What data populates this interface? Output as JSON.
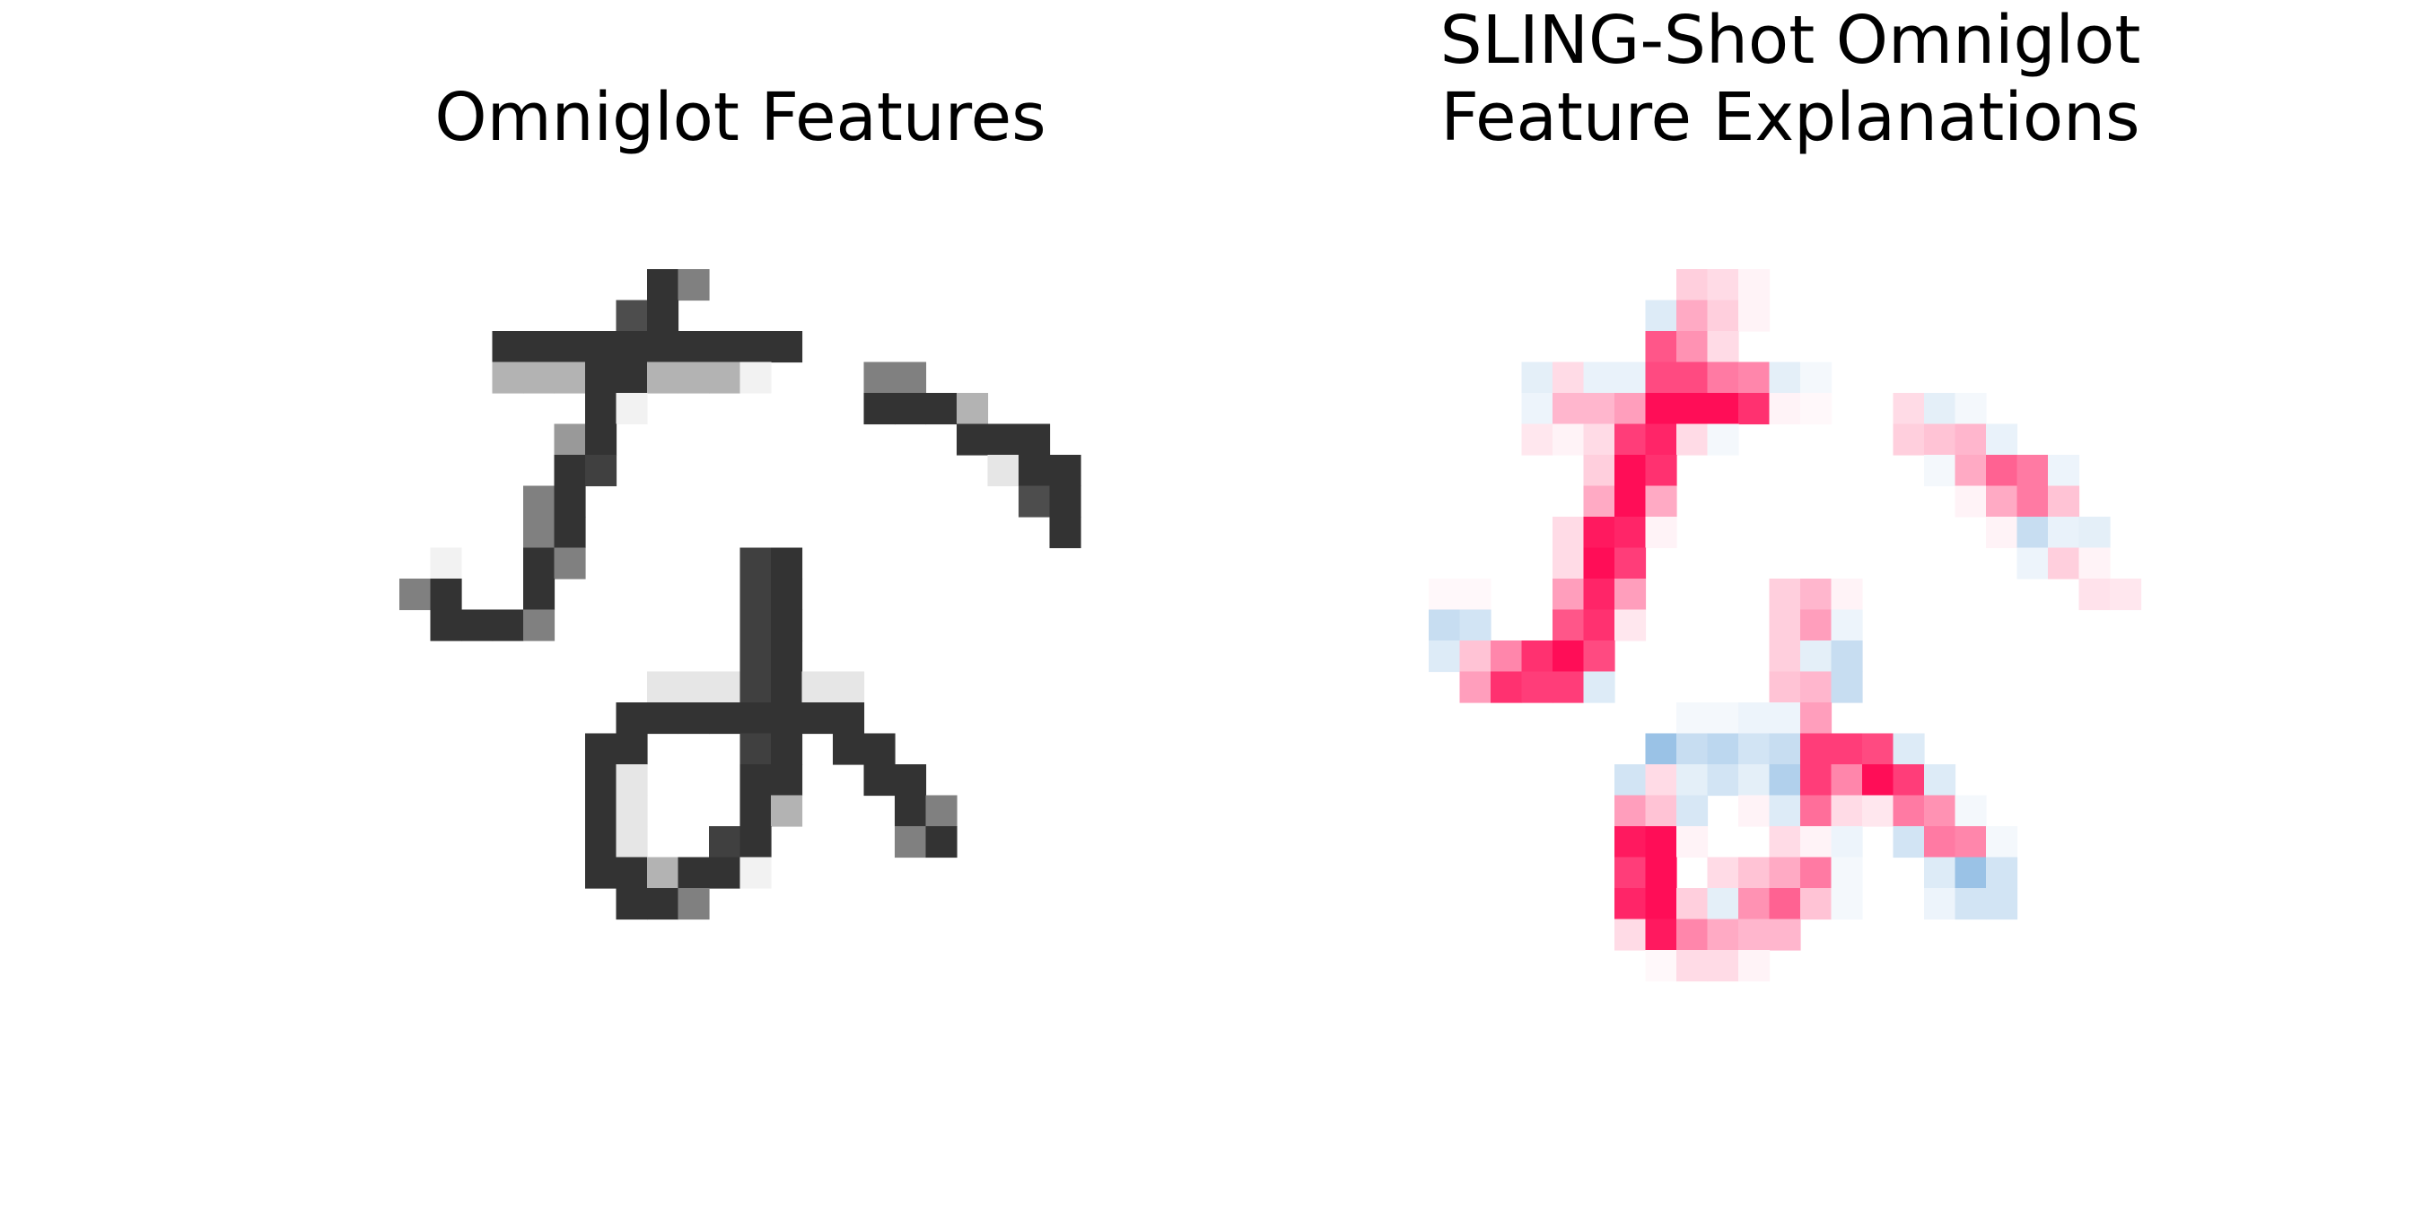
{
  "figure": {
    "panels": [
      {
        "id": "left",
        "title": "Omniglot Features"
      },
      {
        "id": "right",
        "title": "SLING-Shot Omniglot\nFeature Explanations"
      }
    ]
  },
  "chart_data": [
    {
      "type": "heatmap",
      "title": "Omniglot Features",
      "grid": false,
      "axes_visible": false,
      "colormap": "gray_r",
      "value_range": [
        0,
        1
      ],
      "cells": [
        [
          8,
          7,
          0.8
        ],
        [
          9,
          7,
          0.5
        ],
        [
          7,
          8,
          0.7
        ],
        [
          8,
          8,
          0.8
        ],
        [
          3,
          9,
          0.8
        ],
        [
          4,
          9,
          0.8
        ],
        [
          5,
          9,
          0.8
        ],
        [
          6,
          9,
          0.8
        ],
        [
          7,
          9,
          0.8
        ],
        [
          8,
          9,
          0.8
        ],
        [
          9,
          9,
          0.8
        ],
        [
          10,
          9,
          0.8
        ],
        [
          11,
          9,
          0.8
        ],
        [
          12,
          9,
          0.8
        ],
        [
          3,
          10,
          0.3
        ],
        [
          4,
          10,
          0.3
        ],
        [
          5,
          10,
          0.3
        ],
        [
          6,
          10,
          0.8
        ],
        [
          7,
          10,
          0.8
        ],
        [
          8,
          10,
          0.3
        ],
        [
          9,
          10,
          0.3
        ],
        [
          10,
          10,
          0.3
        ],
        [
          11,
          10,
          0.05
        ],
        [
          15,
          10,
          0.5
        ],
        [
          16,
          10,
          0.5
        ],
        [
          6,
          11,
          0.8
        ],
        [
          7,
          11,
          0.05
        ],
        [
          15,
          11,
          0.8
        ],
        [
          16,
          11,
          0.8
        ],
        [
          17,
          11,
          0.8
        ],
        [
          18,
          11,
          0.3
        ],
        [
          5,
          12,
          0.4
        ],
        [
          6,
          12,
          0.8
        ],
        [
          18,
          12,
          0.8
        ],
        [
          19,
          12,
          0.8
        ],
        [
          20,
          12,
          0.8
        ],
        [
          5,
          13,
          0.8
        ],
        [
          6,
          13,
          0.75
        ],
        [
          19,
          13,
          0.1
        ],
        [
          20,
          13,
          0.8
        ],
        [
          21,
          13,
          0.8
        ],
        [
          4,
          14,
          0.5
        ],
        [
          5,
          14,
          0.8
        ],
        [
          20,
          14,
          0.7
        ],
        [
          21,
          14,
          0.8
        ],
        [
          4,
          15,
          0.5
        ],
        [
          5,
          15,
          0.8
        ],
        [
          21,
          15,
          0.8
        ],
        [
          1,
          16,
          0.05
        ],
        [
          4,
          16,
          0.8
        ],
        [
          5,
          16,
          0.5
        ],
        [
          11,
          16,
          0.75
        ],
        [
          12,
          16,
          0.8
        ],
        [
          0,
          17,
          0.5
        ],
        [
          1,
          17,
          0.8
        ],
        [
          4,
          17,
          0.8
        ],
        [
          11,
          17,
          0.75
        ],
        [
          12,
          17,
          0.8
        ],
        [
          1,
          18,
          0.8
        ],
        [
          2,
          18,
          0.8
        ],
        [
          3,
          18,
          0.8
        ],
        [
          4,
          18,
          0.5
        ],
        [
          11,
          18,
          0.75
        ],
        [
          12,
          18,
          0.8
        ],
        [
          11,
          19,
          0.75
        ],
        [
          12,
          19,
          0.8
        ],
        [
          8,
          20,
          0.1
        ],
        [
          9,
          20,
          0.1
        ],
        [
          10,
          20,
          0.1
        ],
        [
          11,
          20,
          0.75
        ],
        [
          12,
          20,
          0.8
        ],
        [
          13,
          20,
          0.1
        ],
        [
          14,
          20,
          0.1
        ],
        [
          7,
          21,
          0.8
        ],
        [
          8,
          21,
          0.8
        ],
        [
          9,
          21,
          0.8
        ],
        [
          10,
          21,
          0.8
        ],
        [
          11,
          21,
          0.8
        ],
        [
          12,
          21,
          0.8
        ],
        [
          13,
          21,
          0.8
        ],
        [
          14,
          21,
          0.8
        ],
        [
          6,
          22,
          0.8
        ],
        [
          7,
          22,
          0.8
        ],
        [
          11,
          22,
          0.75
        ],
        [
          12,
          22,
          0.8
        ],
        [
          14,
          22,
          0.8
        ],
        [
          15,
          22,
          0.8
        ],
        [
          6,
          23,
          0.8
        ],
        [
          7,
          23,
          0.1
        ],
        [
          11,
          23,
          0.8
        ],
        [
          12,
          23,
          0.8
        ],
        [
          15,
          23,
          0.8
        ],
        [
          16,
          23,
          0.8
        ],
        [
          6,
          24,
          0.8
        ],
        [
          7,
          24,
          0.1
        ],
        [
          11,
          24,
          0.8
        ],
        [
          12,
          24,
          0.3
        ],
        [
          16,
          24,
          0.8
        ],
        [
          17,
          24,
          0.5
        ],
        [
          6,
          25,
          0.8
        ],
        [
          7,
          25,
          0.1
        ],
        [
          10,
          25,
          0.75
        ],
        [
          11,
          25,
          0.8
        ],
        [
          16,
          25,
          0.5
        ],
        [
          17,
          25,
          0.8
        ],
        [
          6,
          26,
          0.8
        ],
        [
          7,
          26,
          0.8
        ],
        [
          8,
          26,
          0.3
        ],
        [
          9,
          26,
          0.8
        ],
        [
          10,
          26,
          0.8
        ],
        [
          11,
          26,
          0.05
        ],
        [
          7,
          27,
          0.8
        ],
        [
          8,
          27,
          0.8
        ],
        [
          9,
          27,
          0.5
        ]
      ]
    },
    {
      "type": "heatmap",
      "title": "SLING-Shot Omniglot\nFeature Explanations",
      "grid": false,
      "axes_visible": false,
      "colormap": "diverging blue-white-pink",
      "value_range": [
        -1,
        1
      ],
      "colors": {
        "negative": "#1f78c8",
        "neutral": "#ffffff",
        "positive": "#ff0d57"
      },
      "cells": [
        [
          8,
          7,
          0.2
        ],
        [
          9,
          7,
          0.15
        ],
        [
          10,
          7,
          0.05
        ],
        [
          7,
          8,
          -0.15
        ],
        [
          8,
          8,
          0.35
        ],
        [
          9,
          8,
          0.2
        ],
        [
          10,
          8,
          0.05
        ],
        [
          7,
          9,
          0.7
        ],
        [
          8,
          9,
          0.45
        ],
        [
          9,
          9,
          0.15
        ],
        [
          3,
          10,
          -0.12
        ],
        [
          4,
          10,
          0.15
        ],
        [
          5,
          10,
          -0.1
        ],
        [
          6,
          10,
          -0.1
        ],
        [
          7,
          10,
          0.75
        ],
        [
          8,
          10,
          0.75
        ],
        [
          9,
          10,
          0.55
        ],
        [
          10,
          10,
          0.5
        ],
        [
          11,
          10,
          -0.12
        ],
        [
          12,
          10,
          -0.05
        ],
        [
          3,
          11,
          -0.08
        ],
        [
          4,
          11,
          0.3
        ],
        [
          5,
          11,
          0.3
        ],
        [
          6,
          11,
          0.4
        ],
        [
          7,
          11,
          1.0
        ],
        [
          8,
          11,
          1.0
        ],
        [
          9,
          11,
          1.0
        ],
        [
          10,
          11,
          0.85
        ],
        [
          11,
          11,
          0.05
        ],
        [
          12,
          11,
          0.03
        ],
        [
          15,
          11,
          0.15
        ],
        [
          16,
          11,
          -0.12
        ],
        [
          17,
          11,
          -0.05
        ],
        [
          3,
          12,
          0.1
        ],
        [
          4,
          12,
          0.05
        ],
        [
          5,
          12,
          0.15
        ],
        [
          6,
          12,
          0.8
        ],
        [
          7,
          12,
          0.9
        ],
        [
          8,
          12,
          0.15
        ],
        [
          9,
          12,
          -0.05
        ],
        [
          15,
          12,
          0.2
        ],
        [
          16,
          12,
          0.25
        ],
        [
          17,
          12,
          0.3
        ],
        [
          18,
          12,
          -0.1
        ],
        [
          5,
          13,
          0.2
        ],
        [
          6,
          13,
          1.0
        ],
        [
          7,
          13,
          0.85
        ],
        [
          16,
          13,
          -0.05
        ],
        [
          17,
          13,
          0.35
        ],
        [
          18,
          13,
          0.65
        ],
        [
          19,
          13,
          0.55
        ],
        [
          20,
          13,
          -0.08
        ],
        [
          5,
          14,
          0.35
        ],
        [
          6,
          14,
          1.0
        ],
        [
          7,
          14,
          0.35
        ],
        [
          17,
          14,
          0.05
        ],
        [
          18,
          14,
          0.35
        ],
        [
          19,
          14,
          0.55
        ],
        [
          20,
          14,
          0.25
        ],
        [
          4,
          15,
          0.15
        ],
        [
          5,
          15,
          0.95
        ],
        [
          6,
          15,
          0.9
        ],
        [
          7,
          15,
          0.05
        ],
        [
          18,
          15,
          0.05
        ],
        [
          19,
          15,
          -0.25
        ],
        [
          20,
          15,
          -0.1
        ],
        [
          21,
          15,
          -0.12
        ],
        [
          4,
          16,
          0.15
        ],
        [
          5,
          16,
          1.0
        ],
        [
          6,
          16,
          0.8
        ],
        [
          19,
          16,
          -0.08
        ],
        [
          20,
          16,
          0.2
        ],
        [
          21,
          16,
          0.05
        ],
        [
          0,
          17,
          0.03
        ],
        [
          1,
          17,
          0.03
        ],
        [
          4,
          17,
          0.4
        ],
        [
          5,
          17,
          0.9
        ],
        [
          6,
          17,
          0.4
        ],
        [
          11,
          17,
          0.2
        ],
        [
          12,
          17,
          0.3
        ],
        [
          13,
          17,
          0.05
        ],
        [
          21,
          17,
          0.12
        ],
        [
          22,
          17,
          0.1
        ],
        [
          0,
          18,
          -0.25
        ],
        [
          1,
          18,
          -0.2
        ],
        [
          4,
          18,
          0.7
        ],
        [
          5,
          18,
          0.85
        ],
        [
          6,
          18,
          0.1
        ],
        [
          11,
          18,
          0.2
        ],
        [
          12,
          18,
          0.4
        ],
        [
          13,
          18,
          -0.08
        ],
        [
          0,
          19,
          -0.15
        ],
        [
          1,
          19,
          0.25
        ],
        [
          2,
          19,
          0.5
        ],
        [
          3,
          19,
          0.85
        ],
        [
          4,
          19,
          1.0
        ],
        [
          5,
          19,
          0.75
        ],
        [
          11,
          19,
          0.2
        ],
        [
          12,
          19,
          -0.12
        ],
        [
          13,
          19,
          -0.25
        ],
        [
          1,
          20,
          0.4
        ],
        [
          2,
          20,
          0.85
        ],
        [
          3,
          20,
          0.8
        ],
        [
          4,
          20,
          0.8
        ],
        [
          5,
          20,
          -0.15
        ],
        [
          11,
          20,
          0.25
        ],
        [
          12,
          20,
          0.3
        ],
        [
          13,
          20,
          -0.25
        ],
        [
          8,
          21,
          -0.05
        ],
        [
          9,
          21,
          -0.05
        ],
        [
          10,
          21,
          -0.08
        ],
        [
          11,
          21,
          -0.08
        ],
        [
          12,
          21,
          0.4
        ],
        [
          7,
          22,
          -0.45
        ],
        [
          8,
          22,
          -0.25
        ],
        [
          9,
          22,
          -0.3
        ],
        [
          10,
          22,
          -0.2
        ],
        [
          11,
          22,
          -0.25
        ],
        [
          12,
          22,
          0.8
        ],
        [
          13,
          22,
          0.8
        ],
        [
          14,
          22,
          0.75
        ],
        [
          15,
          22,
          -0.15
        ],
        [
          6,
          23,
          -0.2
        ],
        [
          7,
          23,
          0.15
        ],
        [
          8,
          23,
          -0.12
        ],
        [
          9,
          23,
          -0.2
        ],
        [
          10,
          23,
          -0.12
        ],
        [
          11,
          23,
          -0.35
        ],
        [
          12,
          23,
          0.8
        ],
        [
          13,
          23,
          0.5
        ],
        [
          14,
          23,
          1.0
        ],
        [
          15,
          23,
          0.8
        ],
        [
          16,
          23,
          -0.15
        ],
        [
          6,
          24,
          0.4
        ],
        [
          7,
          24,
          0.25
        ],
        [
          8,
          24,
          -0.18
        ],
        [
          10,
          24,
          0.05
        ],
        [
          11,
          24,
          -0.15
        ],
        [
          12,
          24,
          0.6
        ],
        [
          13,
          24,
          0.15
        ],
        [
          14,
          24,
          0.1
        ],
        [
          15,
          24,
          0.55
        ],
        [
          16,
          24,
          0.45
        ],
        [
          17,
          24,
          -0.05
        ],
        [
          6,
          25,
          0.95
        ],
        [
          7,
          25,
          1.0
        ],
        [
          8,
          25,
          0.05
        ],
        [
          11,
          25,
          0.15
        ],
        [
          12,
          25,
          0.05
        ],
        [
          13,
          25,
          -0.08
        ],
        [
          15,
          25,
          -0.2
        ],
        [
          16,
          25,
          0.55
        ],
        [
          17,
          25,
          0.5
        ],
        [
          18,
          25,
          -0.05
        ],
        [
          6,
          26,
          0.8
        ],
        [
          7,
          26,
          1.0
        ],
        [
          9,
          26,
          0.15
        ],
        [
          10,
          26,
          0.25
        ],
        [
          11,
          26,
          0.35
        ],
        [
          12,
          26,
          0.55
        ],
        [
          13,
          26,
          -0.05
        ],
        [
          16,
          26,
          -0.15
        ],
        [
          17,
          26,
          -0.45
        ],
        [
          18,
          26,
          -0.2
        ],
        [
          6,
          27,
          0.9
        ],
        [
          7,
          27,
          1.0
        ],
        [
          8,
          27,
          0.2
        ],
        [
          9,
          27,
          -0.12
        ],
        [
          10,
          27,
          0.45
        ],
        [
          11,
          27,
          0.65
        ],
        [
          12,
          27,
          0.25
        ],
        [
          13,
          27,
          -0.05
        ],
        [
          16,
          27,
          -0.08
        ],
        [
          17,
          27,
          -0.2
        ],
        [
          18,
          27,
          -0.2
        ],
        [
          6,
          28,
          0.15
        ],
        [
          7,
          28,
          0.95
        ],
        [
          8,
          28,
          0.5
        ],
        [
          9,
          28,
          0.35
        ],
        [
          10,
          28,
          0.3
        ],
        [
          11,
          28,
          0.3
        ],
        [
          7,
          29,
          0.03
        ],
        [
          8,
          29,
          0.15
        ],
        [
          9,
          29,
          0.15
        ],
        [
          10,
          29,
          0.05
        ]
      ]
    }
  ]
}
